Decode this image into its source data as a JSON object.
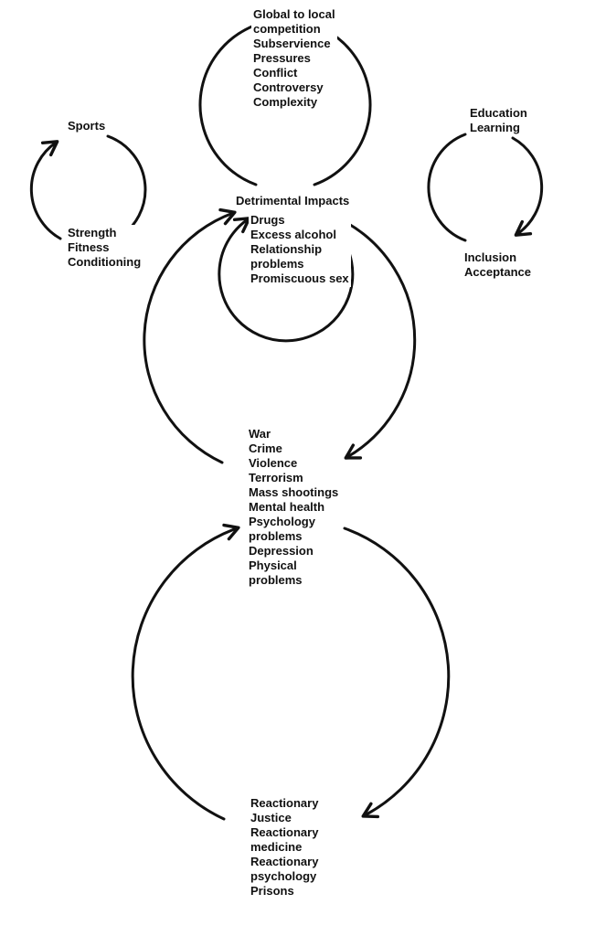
{
  "diagram": {
    "colors": {
      "ink": "#111111",
      "background": "#ffffff"
    },
    "center_label": "Detrimental Impacts",
    "top_loop": {
      "lines": [
        "Global to local",
        "competition",
        "Subservience",
        "Pressures",
        "Conflict",
        "Controversy",
        "Complexity"
      ]
    },
    "sports_loop": {
      "top_lines": [
        "Sports"
      ],
      "bottom_lines": [
        "Strength",
        "Fitness",
        "Conditioning"
      ]
    },
    "education_loop": {
      "top_lines": [
        "Education",
        "Learning"
      ],
      "bottom_lines": [
        "Inclusion",
        "Acceptance"
      ]
    },
    "drugs_loop": {
      "lines": [
        "Drugs",
        "Excess alcohol",
        "Relationship",
        "problems",
        "Promiscuous sex"
      ]
    },
    "societal_loop": {
      "lines": [
        "War",
        "Crime",
        "Violence",
        "Terrorism",
        "Mass shootings",
        "Mental health",
        "Psychology",
        "problems",
        "Depression",
        "Physical",
        "problems"
      ]
    },
    "reactionary_loop": {
      "lines": [
        "Reactionary",
        "Justice",
        "Reactionary",
        "medicine",
        "Reactionary",
        "psychology",
        "Prisons"
      ]
    }
  }
}
